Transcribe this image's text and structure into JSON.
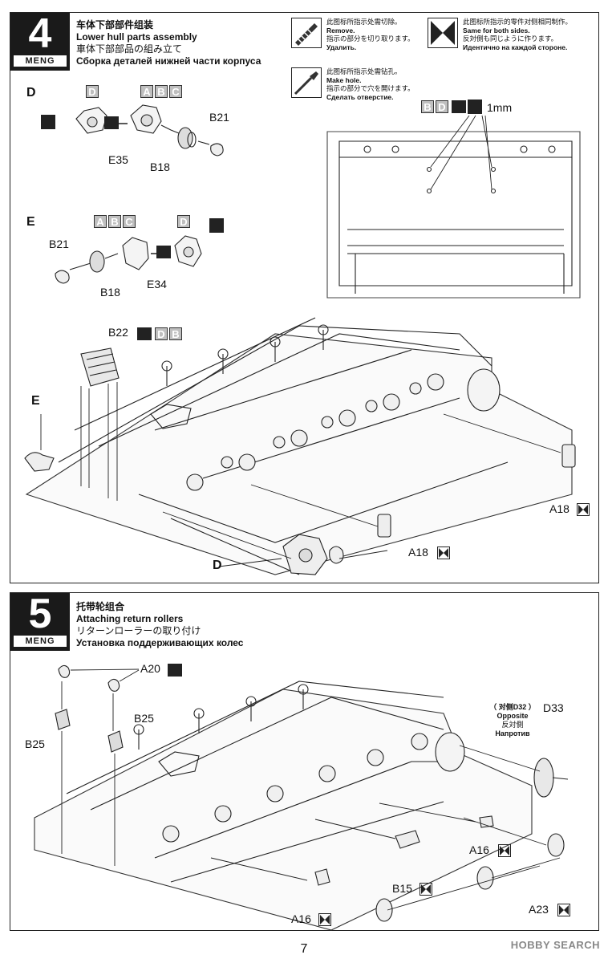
{
  "step4": {
    "number": "4",
    "brand": "MENG",
    "title_cn": "车体下部部件组装",
    "title_en": "Lower hull parts assembly",
    "title_jp": "車体下部部品の組み立て",
    "title_ru": "Сборка деталей нижней части корпуса"
  },
  "legend": {
    "remove": {
      "cn": "此图标所指示处需切除。",
      "en": "Remove.",
      "jp": "指示の部分を切り取ります。",
      "ru": "Удалить."
    },
    "both_sides": {
      "cn": "此图标所指示的零件对侧相同制作。",
      "en": "Same for both sides.",
      "jp": "反対側も同じように作ります。",
      "ru": "Идентично на каждой стороне."
    },
    "drill": {
      "cn": "此图标所指示处需钻孔。",
      "en": "Make hole.",
      "jp": "指示の部分で穴を開けます。",
      "ru": "Сделать отверстие."
    }
  },
  "step4_labels": {
    "D": "D",
    "E": "E",
    "D_bottom": "D",
    "E_left": "E",
    "B21_a": "B21",
    "E35": "E35",
    "B18_a": "B18",
    "B21_b": "B21",
    "B18_b": "B18",
    "E34": "E34",
    "B22": "B22",
    "A18_a": "A18",
    "A18_b": "A18",
    "drill_size": "1mm",
    "box_A": "A",
    "box_B": "B",
    "box_C": "C",
    "box_D": "D"
  },
  "step5": {
    "number": "5",
    "brand": "MENG",
    "title_cn": "托带轮组合",
    "title_en": "Attaching return rollers",
    "title_jp": "リターンローラーの取り付け",
    "title_ru": "Установка поддерживающих колес"
  },
  "step5_labels": {
    "A20": "A20",
    "B25_a": "B25",
    "B25_b": "B25",
    "opposite_cn": "（ 对侧D32 ）",
    "D33": "D33",
    "opposite_en": "Opposite",
    "opposite_jp": "反対側",
    "opposite_ru": "Напротив",
    "A16_a": "A16",
    "A16_b": "A16",
    "B15": "B15",
    "A23": "A23"
  },
  "footer": {
    "page_number": "7",
    "watermark": "HOBBY SEARCH"
  }
}
